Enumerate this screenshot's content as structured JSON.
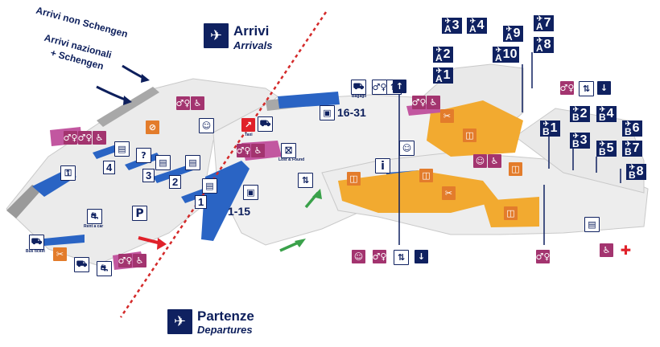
{
  "zones": {
    "arrivals": {
      "title": "Arrivi",
      "subtitle": "Arrivals",
      "icon": "plane-landing-icon"
    },
    "departures": {
      "title": "Partenze",
      "subtitle": "Departures",
      "icon": "plane-takeoff-icon"
    }
  },
  "flows": {
    "non_schengen": "Arrivi non Schengen",
    "national_line1": "Arrivi nazionali",
    "national_line2": "+ Schengen"
  },
  "gates_a": [
    {
      "letter": "A",
      "num": "3"
    },
    {
      "letter": "A",
      "num": "4"
    },
    {
      "letter": "A",
      "num": "2"
    },
    {
      "letter": "A",
      "num": "1"
    },
    {
      "letter": "A",
      "num": "9"
    },
    {
      "letter": "A",
      "num": "10"
    },
    {
      "letter": "A",
      "num": "7"
    },
    {
      "letter": "A",
      "num": "8"
    }
  ],
  "gates_b": [
    {
      "letter": "B",
      "num": "1"
    },
    {
      "letter": "B",
      "num": "2"
    },
    {
      "letter": "B",
      "num": "4"
    },
    {
      "letter": "B",
      "num": "3"
    },
    {
      "letter": "B",
      "num": "5"
    },
    {
      "letter": "B",
      "num": "6"
    },
    {
      "letter": "B",
      "num": "7"
    },
    {
      "letter": "B",
      "num": "8"
    }
  ],
  "checkin": {
    "left": "1-15",
    "right": "16-31"
  },
  "belts": [
    "1",
    "2",
    "3",
    "4"
  ],
  "small_labels": {
    "baggage": "Bagagli",
    "lost": "Lost & Found",
    "rent": "Rent a car",
    "bus": "Bus ticket",
    "taxi": "Taxi"
  },
  "colors": {
    "navy": "#0f2160",
    "orange_area": "#f2aa30",
    "blue_area": "#2a64c4",
    "pink_service": "#a3346f",
    "red_line": "#d42a2a",
    "green_arrow": "#3aa14a"
  }
}
